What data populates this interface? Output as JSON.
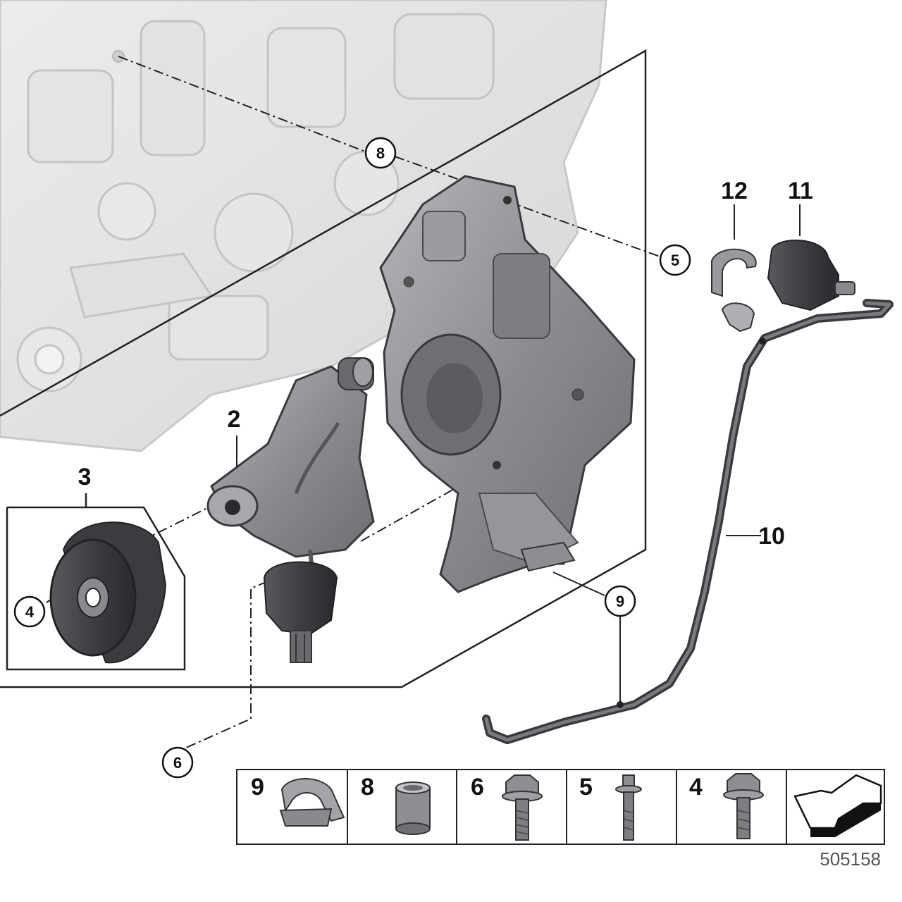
{
  "callouts": {
    "c8": "8",
    "c5": "5",
    "c9": "9",
    "c6": "6",
    "c4": "4"
  },
  "labels": {
    "l2": "2",
    "l3": "3",
    "l10": "10",
    "l11": "11",
    "l12": "12"
  },
  "legend": {
    "items": [
      {
        "number": "9",
        "icon": "clip-icon"
      },
      {
        "number": "8",
        "icon": "sleeve-icon"
      },
      {
        "number": "6",
        "icon": "bolt-icon"
      },
      {
        "number": "5",
        "icon": "stud-bolt-icon"
      },
      {
        "number": "4",
        "icon": "bolt-icon"
      },
      {
        "number": "",
        "icon": "direction-arrow-icon"
      }
    ]
  },
  "diagram_id": "505158",
  "colors": {
    "engine_ghost": "#dcdcdc",
    "part_gray": "#8a8a8e",
    "part_dark": "#4a4a4e",
    "line": "#222222"
  }
}
